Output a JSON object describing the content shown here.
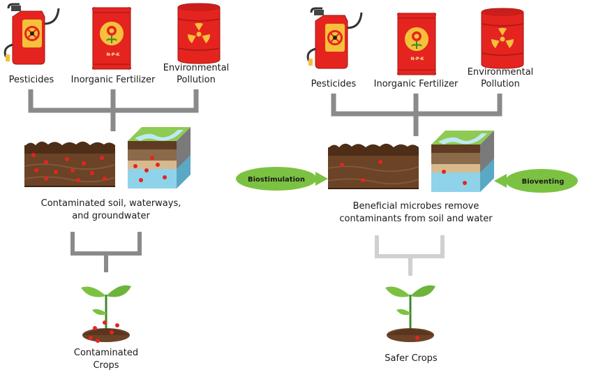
{
  "colors": {
    "red": "#e52420",
    "yellow": "#f5c13a",
    "soil": "#6b4326",
    "bracket_dark": "#8a8a8a",
    "bracket_light": "#d0d0d0",
    "green": "#7cc242",
    "water": "#8fd3ea"
  },
  "left_panel": {
    "sources": {
      "pesticides": "Pesticides",
      "fertilizer": "Inorganic Fertilizer",
      "pollution_line1": "Environmental",
      "pollution_line2": "Pollution",
      "bag_label": "N-P-K"
    },
    "result_line1": "Contaminated soil, waterways,",
    "result_line2": "and groundwater",
    "crops_line1": "Contaminated",
    "crops_line2": "Crops"
  },
  "right_panel": {
    "sources": {
      "pesticides": "Pesticides",
      "fertilizer": "Inorganic Fertilizer",
      "pollution_line1": "Environmental",
      "pollution_line2": "Pollution",
      "bag_label": "N-P-K"
    },
    "biostimulation": "Biostimulation",
    "bioventing": "Bioventing",
    "result_line1": "Beneficial microbes remove",
    "result_line2": "contaminants from soil and water",
    "crops_line1": "Safer Crops"
  },
  "icons": {
    "sprayer": "sprayer-icon",
    "bag": "fertilizer-bag-icon",
    "barrel": "radioactive-barrel-icon",
    "soil": "soil-block-icon",
    "water": "groundwater-block-icon",
    "plant": "seedling-icon"
  }
}
